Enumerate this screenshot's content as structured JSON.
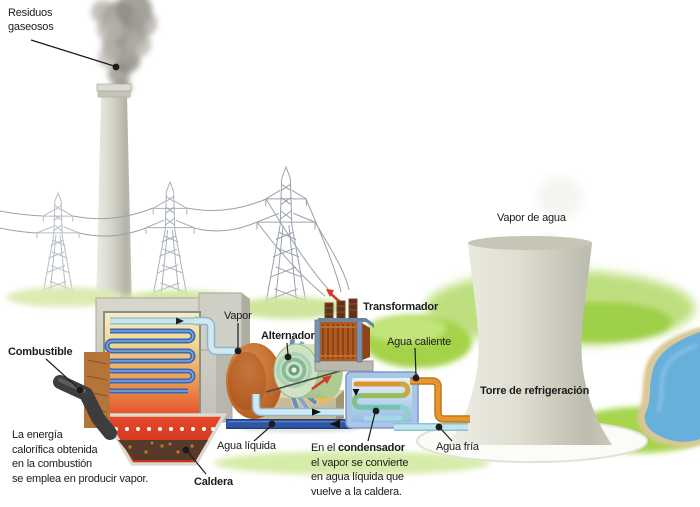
{
  "figure": {
    "labels": {
      "residuos_gaseosos": "Residuos\ngaseosos",
      "vapor_de_agua": "Vapor de agua",
      "torre_refrigeracion": "Torre de refrigeración",
      "transformador": "Transformador",
      "alternador": "Alternador",
      "vapor": "Vapor",
      "agua_caliente": "Agua caliente",
      "combustible": "Combustible",
      "caldera": "Caldera",
      "agua_liquida": "Agua líquida",
      "agua_fria": "Agua fría"
    },
    "captions": {
      "combustion": "La energía\ncalorífica obtenida\nen la combustión\nse emplea en producir vapor.",
      "condensador_prefix": "En el ",
      "condensador_bold": "condensador",
      "condensador_suffix": "\nel vapor se convierte\nen agua líquida que\nvuelve a la caldera."
    },
    "colors": {
      "label_text": "#1c1c1c",
      "pointer_line": "#1c1c1c",
      "smoke": "#9a968e",
      "chimney": "#d6d5cc",
      "cooling_tower": "#deddd0",
      "grass": "#a6d44e",
      "water": "#68b0dc",
      "fire_red": "#e0452a",
      "coil_blue": "#3f6fc0",
      "steam_pipe": "#cfe9f2",
      "return_water_pipe": "#2f55a6",
      "hot_water_pipe": "#e6962e",
      "cold_water_pipe": "#c2e4ee",
      "turbine": "#bd5a1e",
      "alternator": "#b9d4a0",
      "transformer": "#b05a22",
      "condenser": "#a9c6e6",
      "red_arrow": "#d63a2a"
    }
  }
}
